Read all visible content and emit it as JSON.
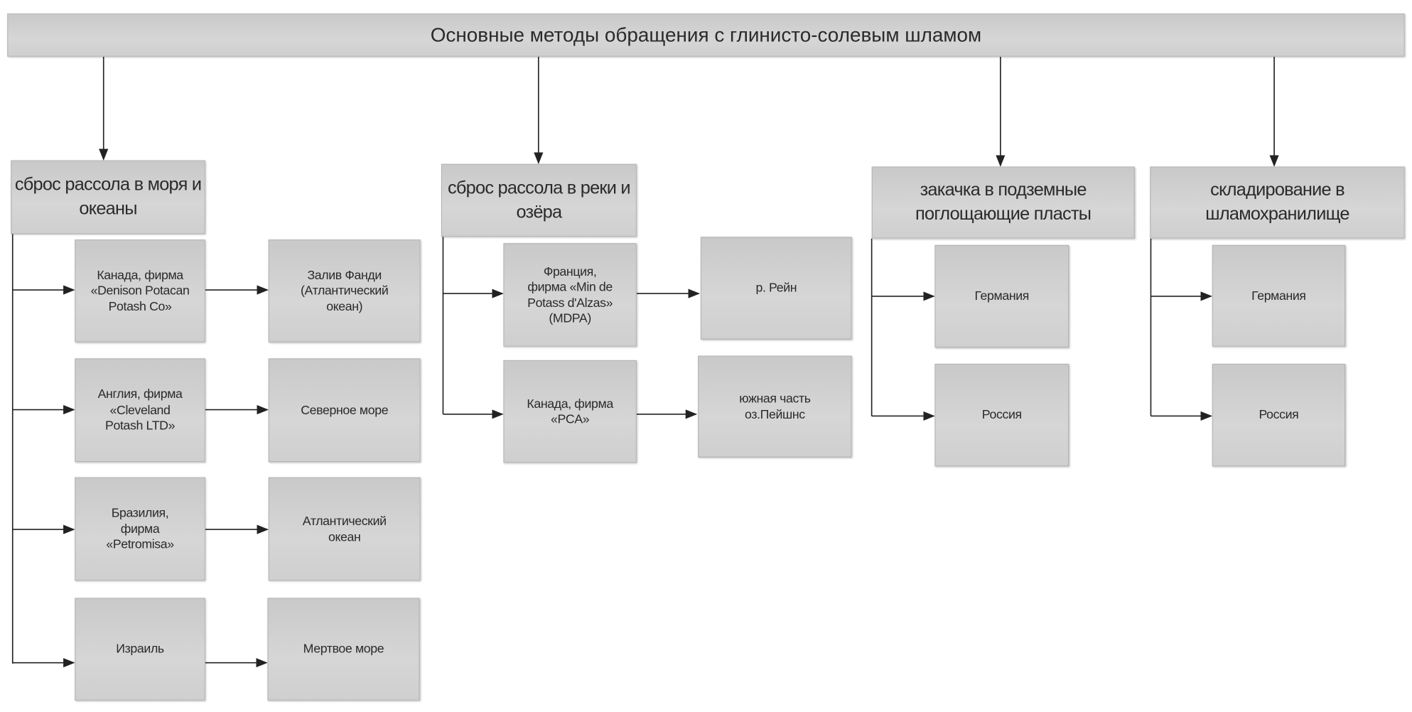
{
  "title": "Основные методы обращения с глинисто-солевым шламом",
  "columns": [
    {
      "label": "сброс рассола в моря и океаны",
      "rows": [
        {
          "source": "Канада, фирма «Denison Potacan Potash Co»",
          "target": "Залив Фанди (Атлантический океан)"
        },
        {
          "source": "Англия, фирма «Cleveland Potash LTD»",
          "target": "Северное море"
        },
        {
          "source": "Бразилия, фирма «Petromisa»",
          "target": "Атлантический океан"
        },
        {
          "source": "Израиль",
          "target": "Мертвое море"
        }
      ]
    },
    {
      "label": "сброс рассола в реки и озёра",
      "rows": [
        {
          "source": "Франция, фирма «Min de Potass d'Alzas» (MDPA)",
          "target": "р. Рейн"
        },
        {
          "source": "Канада, фирма «PCA»",
          "target": "южная часть оз.Пейшнс"
        }
      ]
    },
    {
      "label": "закачка в подземные поглощающие пласты",
      "rows": [
        {
          "source": "Германия"
        },
        {
          "source": "Россия"
        }
      ]
    },
    {
      "label": "складирование в шламохранилище",
      "rows": [
        {
          "source": "Германия"
        },
        {
          "source": "Россия"
        }
      ]
    }
  ]
}
